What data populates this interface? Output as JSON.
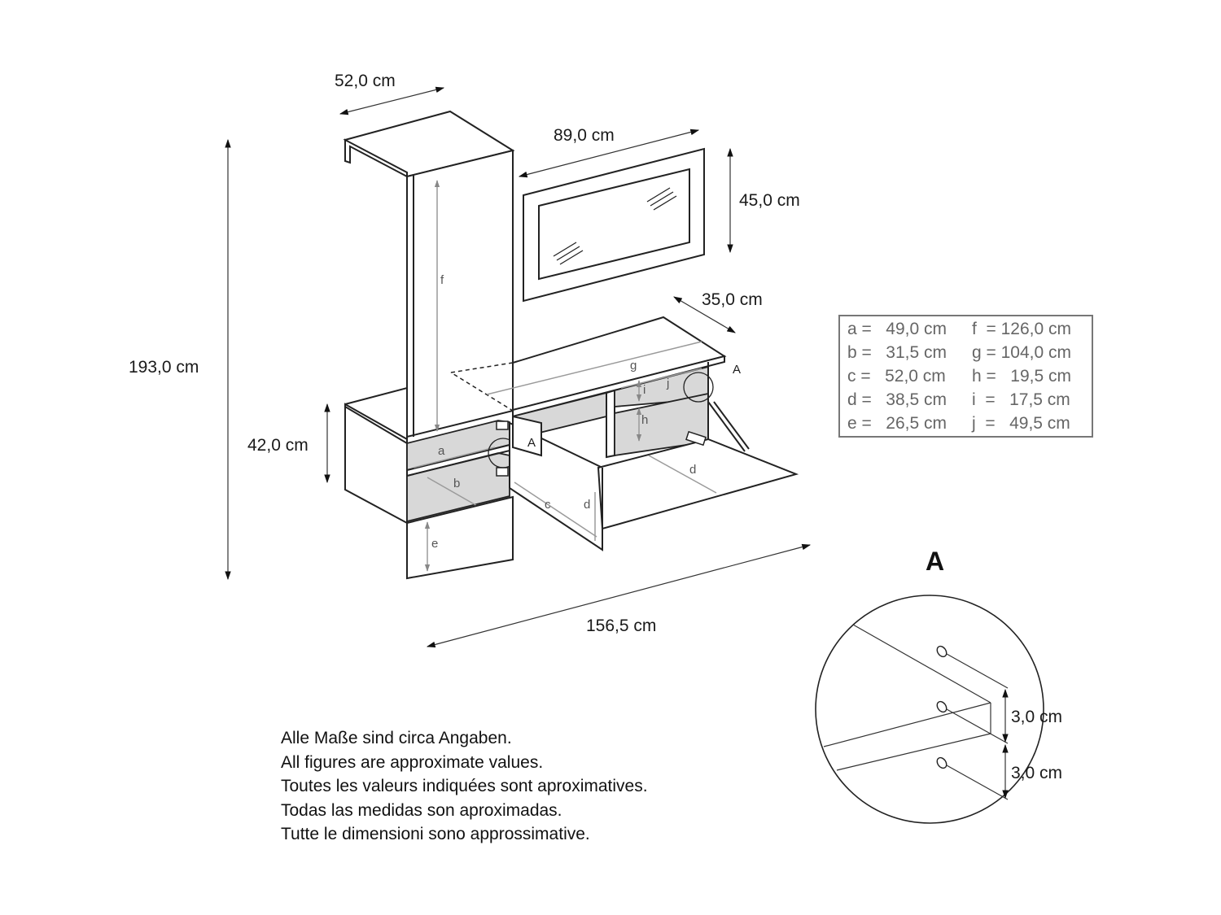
{
  "dimensions": {
    "depth_top": "52,0 cm",
    "mirror_width": "89,0 cm",
    "mirror_height": "45,0 cm",
    "lowboard_depth": "35,0 cm",
    "total_height": "193,0 cm",
    "cabinet_height": "42,0 cm",
    "total_width": "156,5 cm"
  },
  "part_labels": {
    "a": "a",
    "b": "b",
    "c": "c",
    "d_left": "d",
    "d_right": "d",
    "e": "e",
    "f": "f",
    "g": "g",
    "h": "h",
    "i": "i",
    "j": "j"
  },
  "callouts": {
    "left": "A",
    "right": "A"
  },
  "legend": {
    "rows": [
      {
        "left": "a =   49,0 cm",
        "right": "f  = 126,0 cm"
      },
      {
        "left": "b =   31,5 cm",
        "right": "g = 104,0 cm"
      },
      {
        "left": "c =   52,0 cm",
        "right": "h =   19,5 cm"
      },
      {
        "left": "d =   38,5 cm",
        "right": "i  =   17,5 cm"
      },
      {
        "left": "e =   26,5 cm",
        "right": "j  =   49,5 cm"
      }
    ]
  },
  "detail": {
    "title": "A",
    "dim_upper": "3,0 cm",
    "dim_lower": "3,0 cm"
  },
  "notes": [
    "Alle Maße sind circa Angaben.",
    "All figures are approximate values.",
    "Toutes les valeurs indiquées sont aproximatives.",
    "Todas las medidas son aproximadas.",
    "Tutte le dimensioni sono approssimative."
  ]
}
